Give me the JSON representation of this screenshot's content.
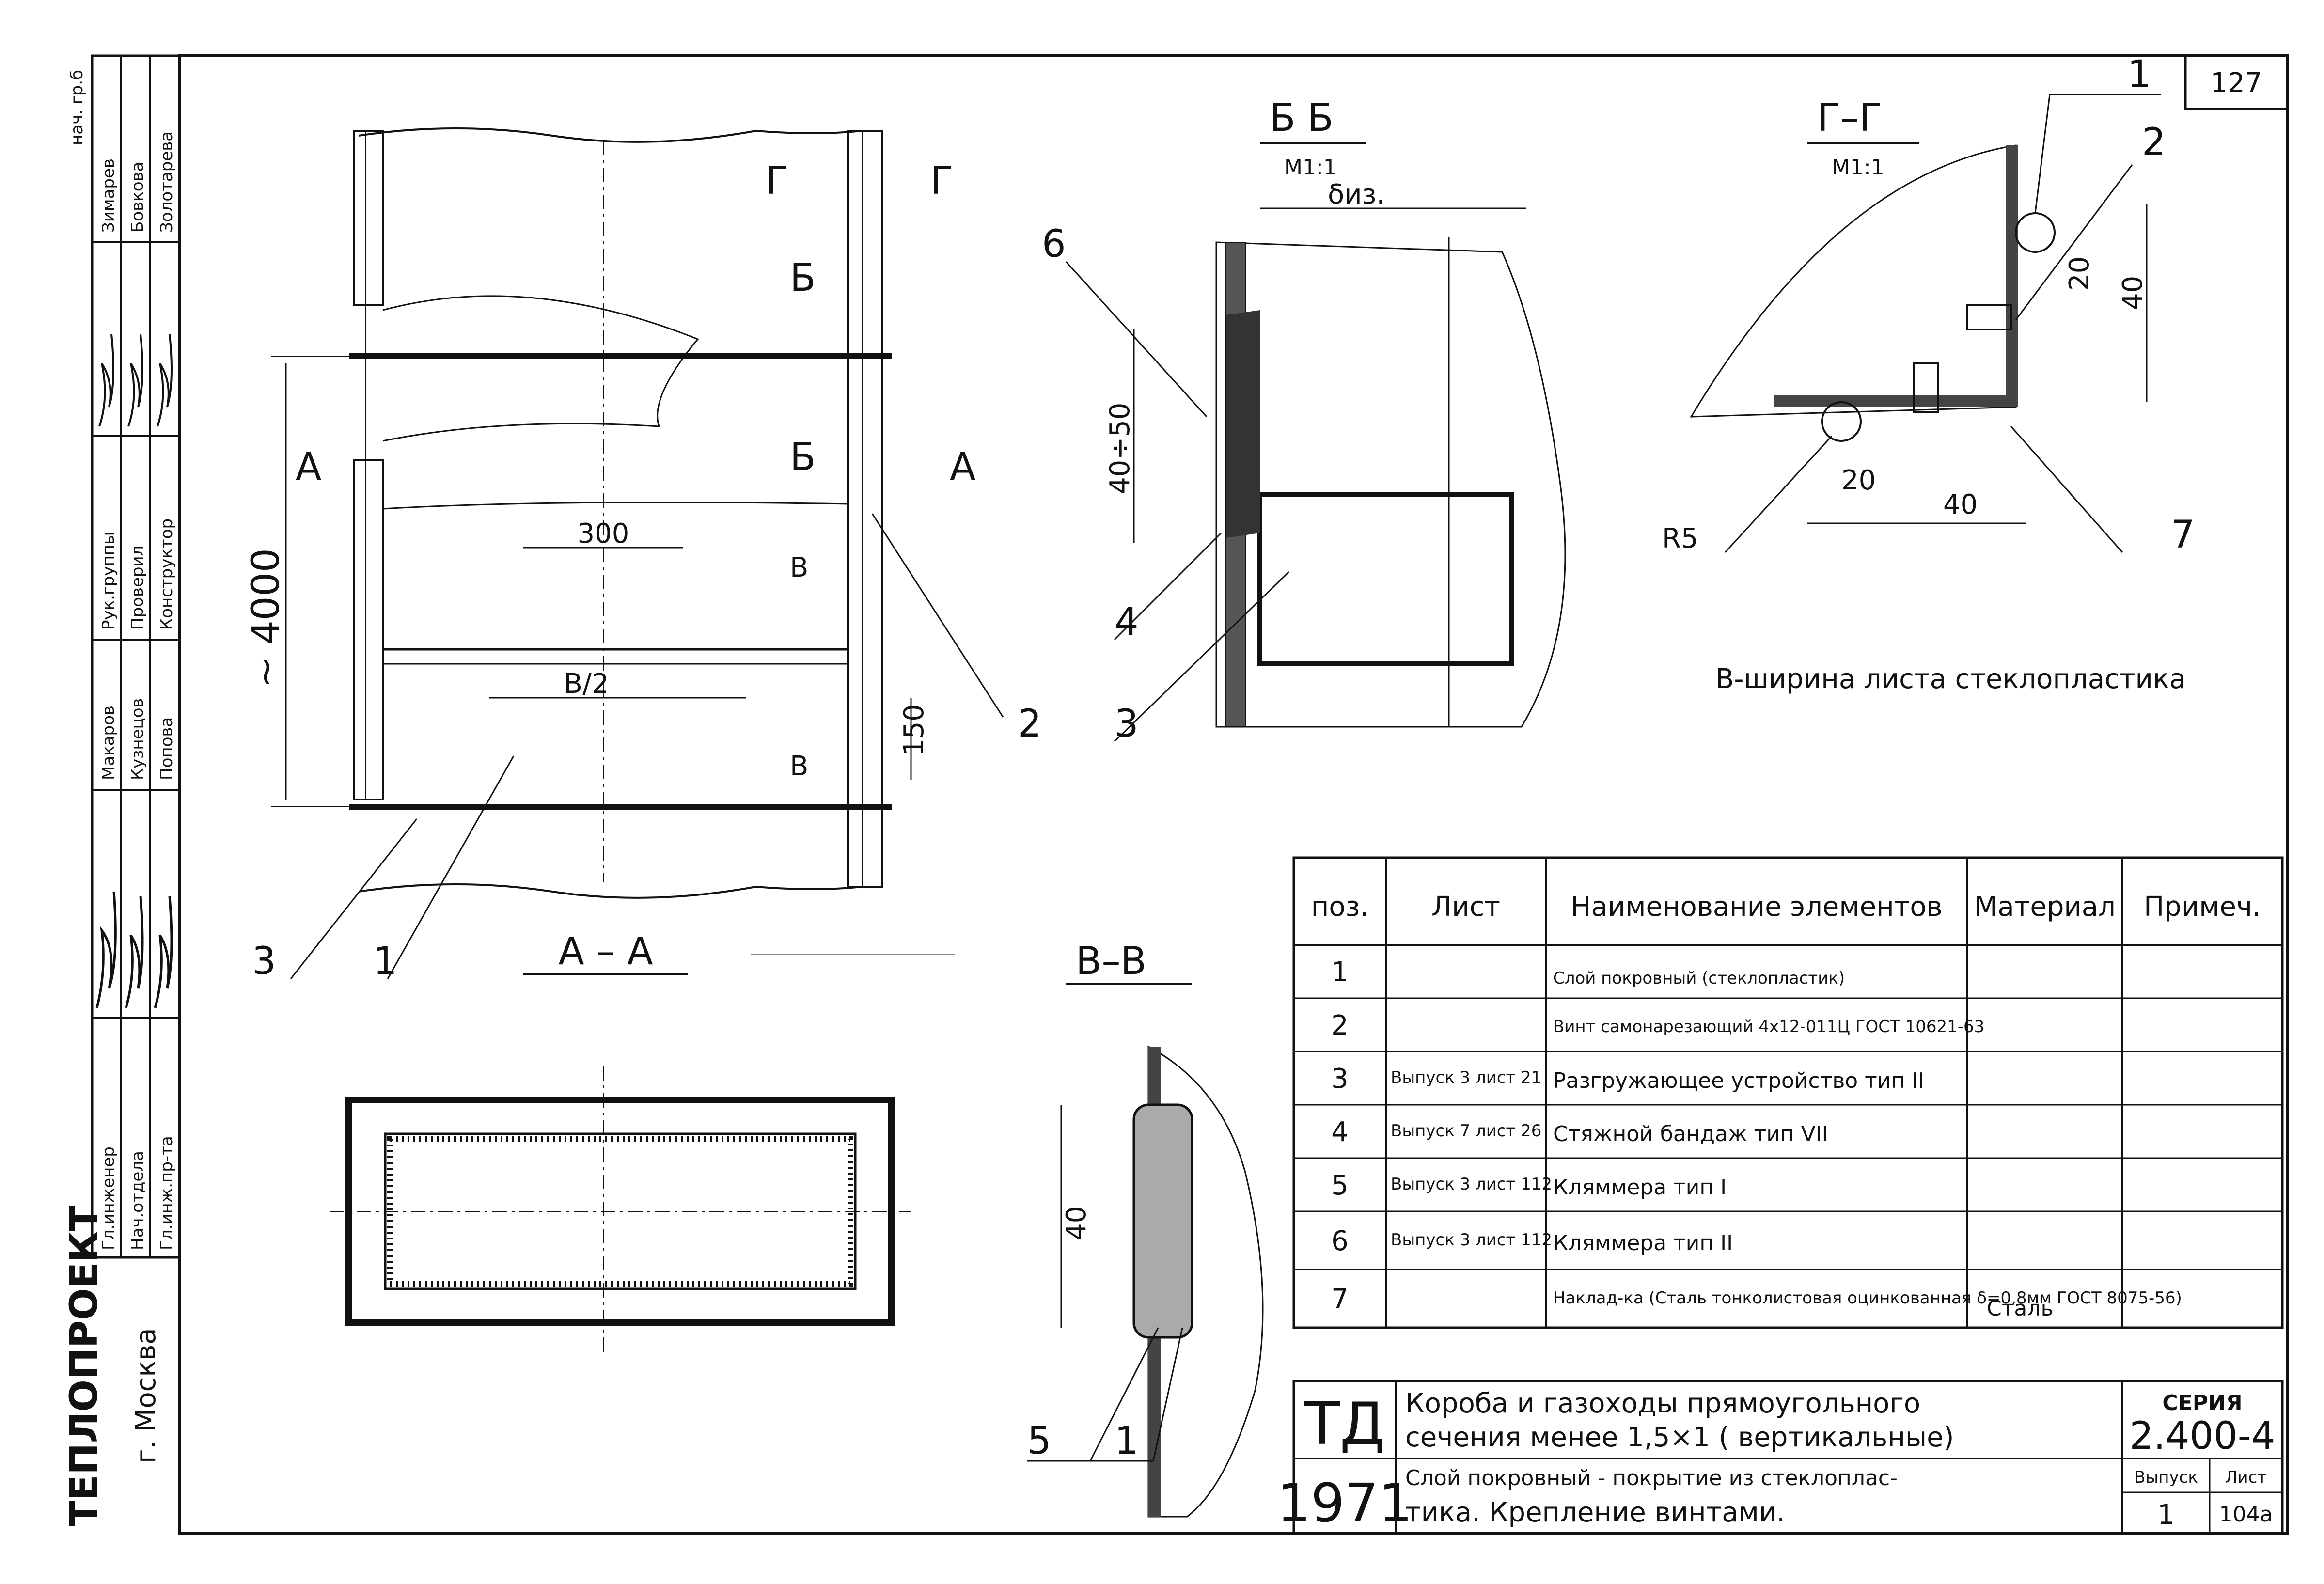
{
  "page_number": "127",
  "section_labels": {
    "aa": "А – А",
    "bb": "Б  Б",
    "bb_scale": "М1:1",
    "gg": "Г–Г",
    "gg_scale": "М1:1",
    "vv": "В–В",
    "cut_a": "А",
    "cut_b": "Б",
    "cut_v": "В",
    "cut_g": "Г"
  },
  "dimensions": {
    "height_4000": "~ 4000",
    "d300": "300",
    "b_half": "В/2",
    "d150": "150",
    "d40_50": "40÷50",
    "thickness": "δиз.",
    "d20a": "20",
    "d40a": "40",
    "d20b": "20",
    "d40b": "40",
    "radius": "R5",
    "vv40": "40"
  },
  "callouts": {
    "aa_1": "1",
    "aa_2": "2",
    "aa_3": "3",
    "bb_3": "3",
    "bb_4": "4",
    "bb_6": "6",
    "gg_1": "1",
    "gg_2": "2",
    "gg_7": "7",
    "vv_1": "1",
    "vv_5": "5"
  },
  "note": "В-ширина листа стеклопластика",
  "spec_table": {
    "headers": [
      "поз.",
      "Лист",
      "Наименование элементов",
      "Материал",
      "Примеч."
    ],
    "rows": [
      {
        "pos": "1",
        "sheet": "",
        "name": "Слой покровный (стеклопластик)",
        "material": "",
        "note": ""
      },
      {
        "pos": "2",
        "sheet": "",
        "name": "Винт самонарезающий 4х12-011Ц ГОСТ 10621-63",
        "material": "",
        "note": ""
      },
      {
        "pos": "3",
        "sheet": "Выпуск 3 лист 21",
        "name": "Разгружающее устройство тип II",
        "material": "",
        "note": ""
      },
      {
        "pos": "4",
        "sheet": "Выпуск 7 лист 26",
        "name": "Стяжной бандаж тип VII",
        "material": "",
        "note": ""
      },
      {
        "pos": "5",
        "sheet": "Выпуск 3 лист 112",
        "name": "Кляммера тип I",
        "material": "",
        "note": ""
      },
      {
        "pos": "6",
        "sheet": "Выпуск 3 лист 112",
        "name": "Кляммера тип II",
        "material": "",
        "note": ""
      },
      {
        "pos": "7",
        "sheet": "",
        "name": "Наклад-ка (Сталь тонколистовая оцинкованная δ=0,8мм ГОСТ 8075-56)",
        "material": "Сталь",
        "note": ""
      }
    ]
  },
  "title_block": {
    "mark": "ТД",
    "year": "1971",
    "title_line1": "Короба и газоходы прямоугольного",
    "title_line2": "сечения менее 1,5×1 ( вертикальные)",
    "subtitle_line1": "Слой покровный - покрытие из стеклоплас-",
    "subtitle_line2": "тика.   Крепление винтами.",
    "series_label": "СЕРИЯ",
    "series_value": "2.400-4",
    "issue_label": "Выпуск",
    "issue_value": "1",
    "sheet_label": "Лист",
    "sheet_value": "104а"
  },
  "left_stamp": {
    "org": "ТЕПЛОПРОЕКТ",
    "city": "г. Москва",
    "roles": [
      "Гл.инженер",
      "Нач.отдела",
      "Гл.инж.пр-та",
      "Рук.группы",
      "Проверил",
      "Конструктор"
    ],
    "names": [
      "Макаров",
      "Кузнецов",
      "Попова",
      "Зимарев",
      "Бовкова",
      "Золотарева"
    ],
    "signatures": [
      "Макаров",
      "Кузнецов",
      "Попова",
      "Зимарев",
      "Бовкова",
      "Золотарева"
    ],
    "top_note": "нач. гр.б"
  }
}
